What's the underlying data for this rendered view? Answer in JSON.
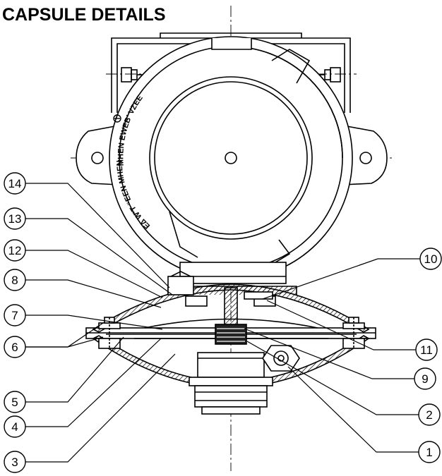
{
  "title": "CAPSULE DETAILS",
  "engraving": {
    "left": "E∆ W’T “EEN MHEN",
    "right": "MHEN EWEB’ VZEE"
  },
  "callouts": [
    {
      "label": "14",
      "side": "left"
    },
    {
      "label": "13",
      "side": "left"
    },
    {
      "label": "12",
      "side": "left"
    },
    {
      "label": "8",
      "side": "left"
    },
    {
      "label": "7",
      "side": "left"
    },
    {
      "label": "6",
      "side": "left"
    },
    {
      "label": "5",
      "side": "left"
    },
    {
      "label": "4",
      "side": "left"
    },
    {
      "label": "3",
      "side": "left"
    },
    {
      "label": "10",
      "side": "right"
    },
    {
      "label": "11",
      "side": "right"
    },
    {
      "label": "9",
      "side": "right"
    },
    {
      "label": "2",
      "side": "right"
    },
    {
      "label": "1",
      "side": "right"
    }
  ]
}
